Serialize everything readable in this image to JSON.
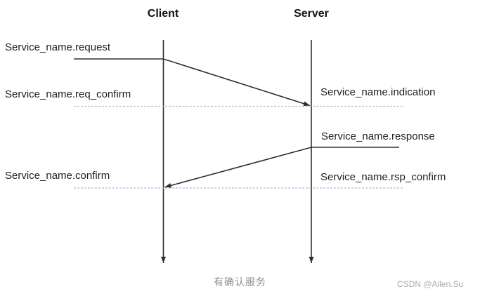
{
  "diagram": {
    "type": "sequence-diagram",
    "lifelines": {
      "client": "Client",
      "server": "Server"
    },
    "labels": {
      "request": "Service_name.request",
      "req_confirm": "Service_name.req_confirm",
      "indication": "Service_name.indication",
      "response": "Service_name.response",
      "confirm": "Service_name.confirm",
      "rsp_confirm": "Service_name.rsp_confirm"
    },
    "flow": [
      {
        "label": "Service_name.request",
        "from": "Client",
        "to": "Server",
        "style": "solid-arrow"
      },
      {
        "label": "Service_name.req_confirm",
        "side": "Client",
        "style": "dashed"
      },
      {
        "label": "Service_name.indication",
        "side": "Server",
        "style": "dashed"
      },
      {
        "label": "Service_name.response",
        "from": "Server",
        "to": "Client",
        "style": "solid-arrow"
      },
      {
        "label": "Service_name.confirm",
        "side": "Client",
        "style": "dashed"
      },
      {
        "label": "Service_name.rsp_confirm",
        "side": "Server",
        "style": "dashed"
      }
    ],
    "caption": "有确认服务",
    "watermark": "CSDN @Allen.Su",
    "colors": {
      "solid_line": "#303030",
      "dashed_line": "#9dc3e6",
      "label_text": "#1f1f1f",
      "caption_text": "#8f8f8f",
      "watermark_text": "#aaaaaa"
    }
  }
}
